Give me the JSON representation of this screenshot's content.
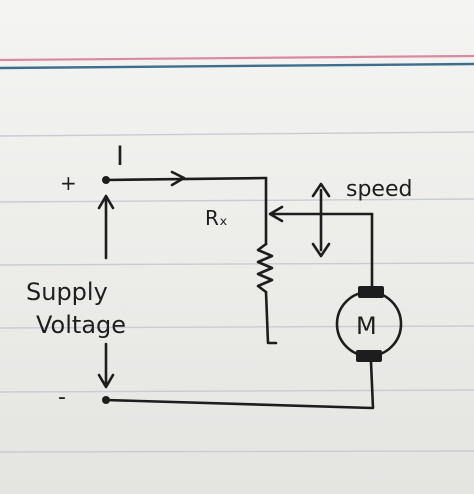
{
  "diagram": {
    "current_label": "I",
    "plus_label": "+",
    "minus_label": "-",
    "resistor_label": "Rₓ",
    "speed_label": "speed",
    "supply_label_line1": "Supply",
    "supply_label_line2": "Voltage",
    "motor_label": "M"
  },
  "colors": {
    "paper": "#eeeeec",
    "ruled_line": "#c9ccd0",
    "margin_pink": "#d98aa0",
    "margin_blue": "#3e6e8e",
    "ink": "#1d1d1d"
  }
}
